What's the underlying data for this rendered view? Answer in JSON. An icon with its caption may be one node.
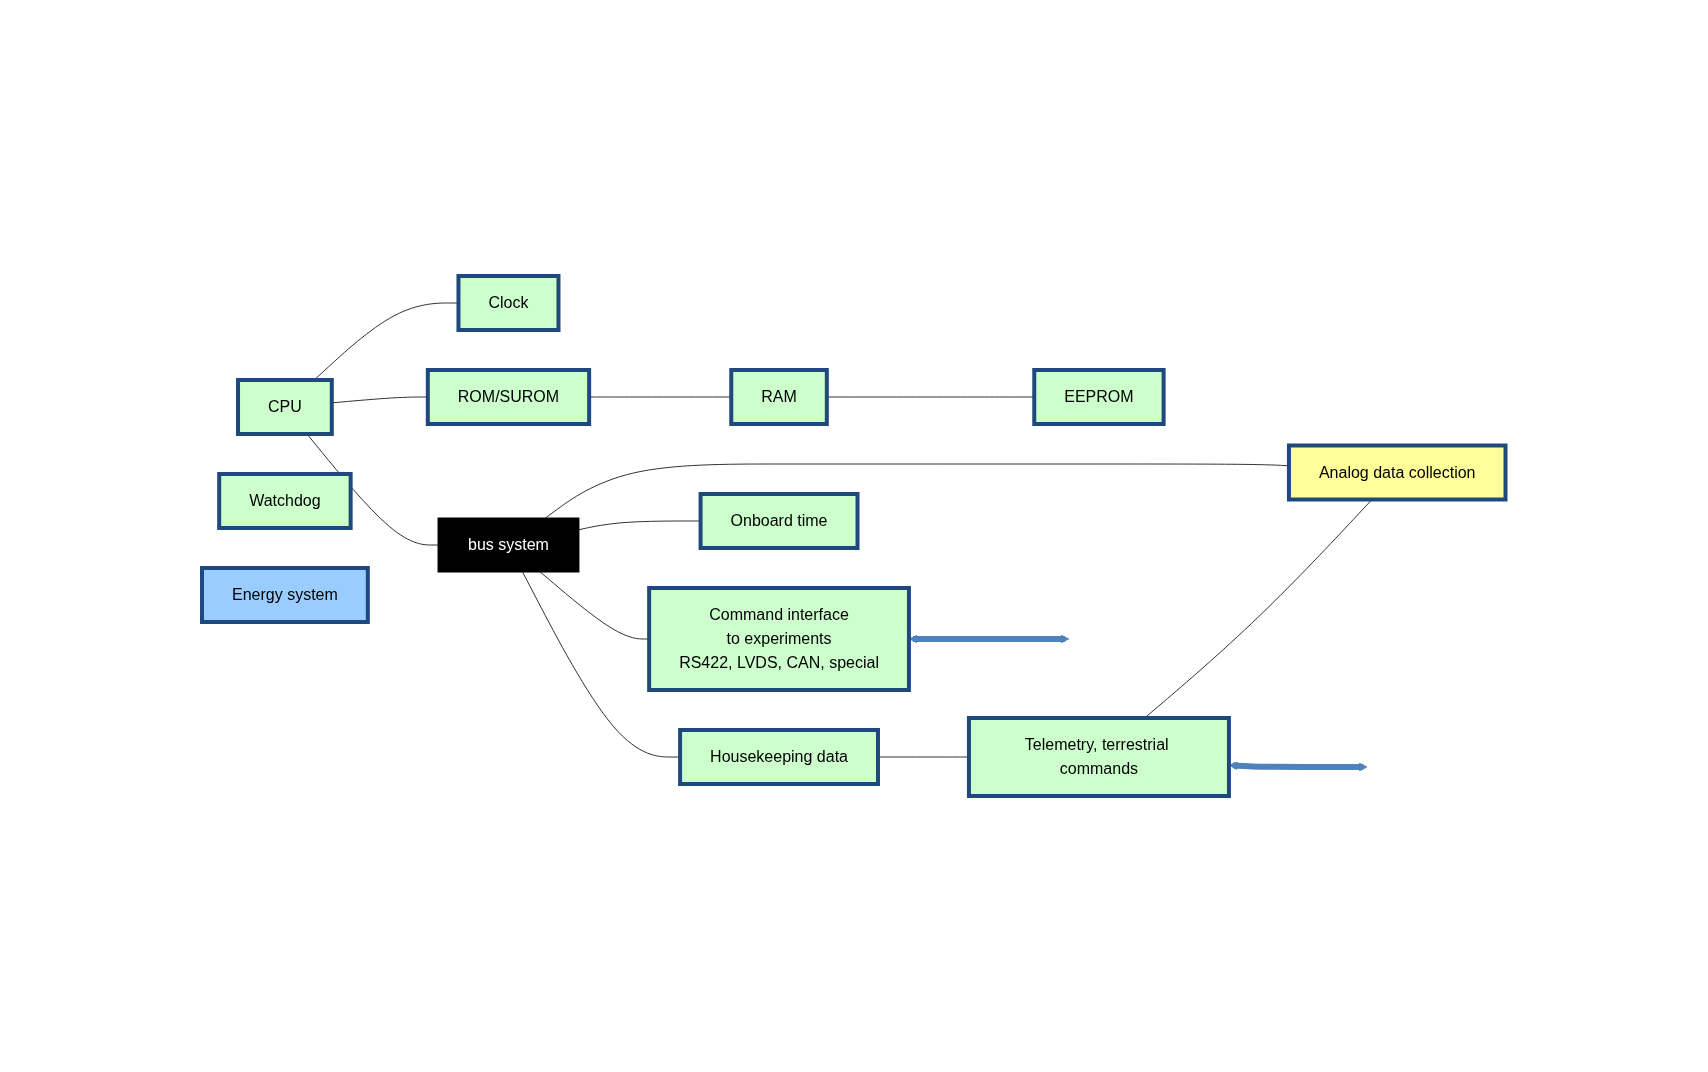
{
  "diagram": {
    "nodes": [
      {
        "text": [
          "CPU"
        ]
      },
      {
        "text": [
          "ROM/SUROM"
        ]
      },
      {
        "text": [
          "RAM"
        ]
      },
      {
        "text": [
          "EEPROM"
        ]
      },
      {
        "text": [
          "Watchdog"
        ]
      },
      {
        "text": [
          "bus system"
        ]
      },
      {
        "text": [
          "Clock"
        ]
      },
      {
        "text": [
          "Command interface",
          "to experiments",
          "RS422, LVDS, CAN, special"
        ]
      },
      {
        "text": [
          "Onboard time"
        ]
      },
      {
        "text": [
          "Housekeeping data"
        ]
      },
      {
        "text": [
          "Telemetry, terrestrial commands"
        ]
      },
      {
        "text": [
          "Analog data collection"
        ]
      },
      {
        "text": [
          "Energy system"
        ]
      }
    ],
    "edges": [
      {
        "from": 0,
        "to": 5,
        "arrow": "none"
      },
      {
        "from": 0,
        "to": 6,
        "arrow": "none"
      },
      {
        "from": 0,
        "to": 1,
        "arrow": "none"
      },
      {
        "from": 1,
        "to": 2,
        "arrow": "none"
      },
      {
        "from": 2,
        "to": 3,
        "arrow": "none"
      },
      {
        "from": 5,
        "to": 7,
        "arrow": "none"
      },
      {
        "from": 5,
        "to": 8,
        "arrow": "none"
      },
      {
        "from": 5,
        "to": 9,
        "arrow": "none"
      },
      {
        "from": 5,
        "to": 11,
        "arrow": "none"
      },
      {
        "from": 9,
        "to": 10,
        "arrow": "none"
      },
      {
        "from": 10,
        "to": 11,
        "arrow": "none"
      },
      {
        "from": 7,
        "to": null,
        "arrow": "both",
        "style": "thick",
        "color": "#4f81bd"
      },
      {
        "from": 10,
        "to": null,
        "arrow": "both",
        "style": "thick",
        "color": "#4f81bd"
      }
    ]
  }
}
